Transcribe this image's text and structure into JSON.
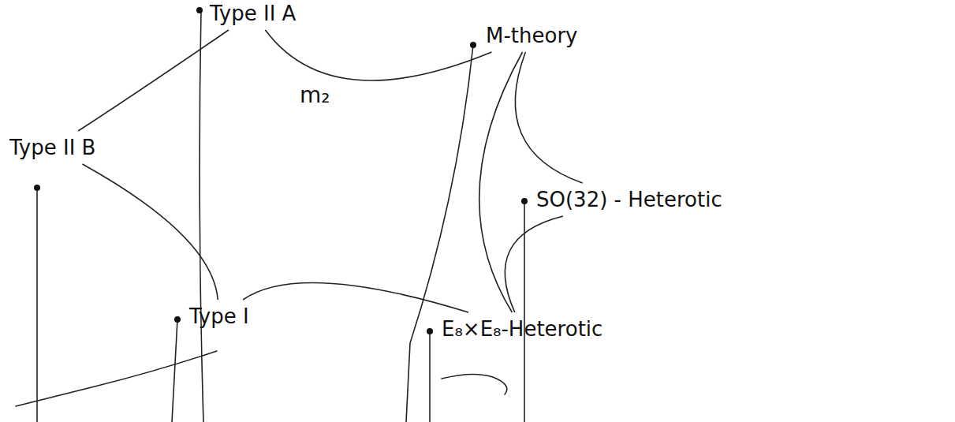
{
  "diagram": {
    "nodes": [
      {
        "text": [
          "Type II A"
        ]
      },
      {
        "text": [
          "M-theory"
        ]
      },
      {
        "text": [
          "Type II B"
        ]
      },
      {
        "text": [
          "SO(32) - Heterotic"
        ]
      },
      {
        "text": [
          "Type I"
        ]
      },
      {
        "text": [
          "E₈×E₈-Heterotic"
        ]
      }
    ],
    "edges": [
      {
        "from": 0,
        "to": 1,
        "arrow": "none"
      },
      {
        "from": 0,
        "to": 2,
        "arrow": "none"
      },
      {
        "from": 1,
        "to": 3,
        "arrow": "none"
      },
      {
        "from": 2,
        "to": 4,
        "arrow": "none"
      },
      {
        "from": 4,
        "to": 5,
        "arrow": "none"
      },
      {
        "from": 1,
        "to": 5,
        "arrow": "none"
      },
      {
        "from": 3,
        "to": 5,
        "arrow": "none"
      }
    ],
    "labels": [
      "m₂"
    ]
  }
}
